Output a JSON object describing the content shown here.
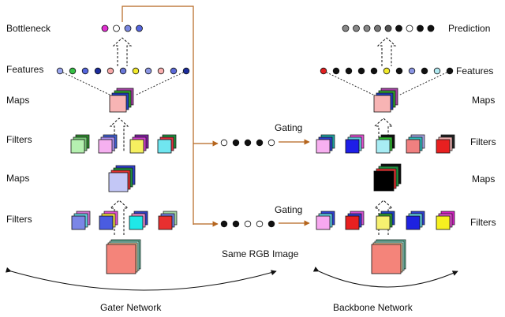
{
  "labels": {
    "bottleneck": "Bottleneck",
    "features_left": "Features",
    "maps_left_top": "Maps",
    "filters_left_top": "Filters",
    "maps_left_mid": "Maps",
    "filters_left_bottom": "Filters",
    "prediction": "Prediction",
    "features_right": "Features",
    "maps_right_top": "Maps",
    "filters_right_top": "Filters",
    "maps_right_mid": "Maps",
    "filters_right_bottom": "Filters",
    "gating_top": "Gating",
    "gating_bottom": "Gating",
    "same_rgb": "Same RGB Image",
    "gater_network": "Gater Network",
    "backbone_network": "Backbone Network"
  },
  "colors": {
    "arrow_orange": "#b5651d",
    "image": "#f4847a",
    "dark": "#111111"
  },
  "left": {
    "bottleneck_dots": [
      "#e030d0",
      "#ffffff",
      "#7b88e0",
      "#5566dd"
    ],
    "feature_dots": [
      "#9aa6ee",
      "#36c046",
      "#5566dd",
      "#1b2c9c",
      "#f7a8a8",
      "#6a78d8",
      "#f2ea2a",
      "#8b96e4",
      "#fab0b0",
      "#5c6ad8",
      "#1b2c9c"
    ],
    "filters_top": [
      {
        "front": "#b5f0b0",
        "back": [
          "#79c979",
          "#2e8a2e"
        ]
      },
      {
        "front": "#f5b0f0",
        "back": [
          "#b090f0",
          "#4060d0"
        ]
      },
      {
        "front": "#f6f060",
        "back": [
          "#d040d0",
          "#8020a0"
        ]
      },
      {
        "front": "#70e6f0",
        "back": [
          "#e03040",
          "#209040"
        ]
      }
    ],
    "maps_mid": {
      "front": "#c3c7f6",
      "back": [
        "#e03030",
        "#209040",
        "#3040d0"
      ]
    },
    "filters_bottom": [
      {
        "front": "#7b86e6",
        "back": [
          "#60d0e0",
          "#d070d0"
        ]
      },
      {
        "front": "#4a5ce0",
        "back": [
          "#f0e040",
          "#e050d0"
        ]
      },
      {
        "front": "#1fe8e8",
        "back": [
          "#f090d0",
          "#3040c0"
        ]
      },
      {
        "front": "#e83030",
        "back": [
          "#7080e0",
          "#a0d0a0"
        ]
      }
    ],
    "maps_top": {
      "front": "#f7b4b4",
      "back": [
        "#2040c0",
        "#30a030",
        "#a040a0"
      ]
    }
  },
  "right": {
    "prediction_dots": [
      "#888888",
      "#888888",
      "#888888",
      "#777777",
      "#555555",
      "#111111",
      "#ffffff",
      "#111111",
      "#111111"
    ],
    "feature_dots": [
      "#e02020",
      "#111111",
      "#111111",
      "#111111",
      "#111111",
      "#f2ea2a",
      "#111111",
      "#8b96e4",
      "#111111",
      "#b0e8f0",
      "#111111"
    ],
    "filters_top": [
      {
        "front": "#f7b0f0",
        "back": [
          "#3040d0",
          "#20a0a0"
        ]
      },
      {
        "front": "#1e1ee8",
        "back": [
          "#60d0e0",
          "#e050d0"
        ]
      },
      {
        "front": "#a8ecf4",
        "back": [
          "#30c030",
          "#111111"
        ]
      },
      {
        "front": "#f08080",
        "back": [
          "#30c0c0",
          "#a0a0e0"
        ]
      },
      {
        "front": "#e82020",
        "back": [
          "#f0b0b0",
          "#222222"
        ]
      }
    ],
    "maps_mid": {
      "front": "#000000",
      "back": [
        "#e03030",
        "#209040",
        "#111111"
      ]
    },
    "filters_bottom": [
      {
        "front": "#f7a8f0",
        "back": [
          "#60d0e0",
          "#3040d0"
        ]
      },
      {
        "front": "#e82020",
        "back": [
          "#3040d0",
          "#d050d0"
        ]
      },
      {
        "front": "#f6f070",
        "back": [
          "#30a030",
          "#2040c0"
        ]
      },
      {
        "front": "#1e22e0",
        "back": [
          "#60d0e0",
          "#3040d0"
        ]
      },
      {
        "front": "#f6f020",
        "back": [
          "#e050d0",
          "#d020c0"
        ]
      }
    ],
    "maps_top": {
      "front": "#f7b4b4",
      "back": [
        "#2040c0",
        "#30a030",
        "#a040a0"
      ]
    }
  },
  "gates": {
    "top": [
      "#ffffff",
      "#111111",
      "#111111",
      "#111111",
      "#ffffff"
    ],
    "bottom": [
      "#111111",
      "#111111",
      "#ffffff",
      "#ffffff",
      "#111111"
    ]
  }
}
